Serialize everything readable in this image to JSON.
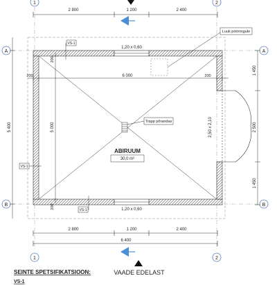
{
  "dimensions": {
    "top_segments": [
      "2 800",
      "1 200",
      "2 400"
    ],
    "bottom_segments": [
      "2 800",
      "1 200",
      "2 400"
    ],
    "bottom_total": "6 400",
    "left_total": "5 400",
    "inner_left": "5 000",
    "inner_width": "6 000",
    "right_segments": [
      "1 450",
      "2 500",
      "1 450"
    ],
    "wall_tl": "200",
    "wall_tr": "200",
    "wall_top_left_v": "200",
    "wall_bottom_left_v": "200"
  },
  "grid": {
    "col1": "1",
    "col2": "2",
    "rowA": "A",
    "rowB": "B"
  },
  "windows": {
    "top": "1,20 x 0,60",
    "bottom": "1,20 x 0,60",
    "door": "2,50 x 2,10"
  },
  "tags": {
    "vs_top": "VS-1",
    "vs_left": "VS-1",
    "vs_bottom": "VS-1"
  },
  "callouts": {
    "hatch": "Luuk pööningule",
    "stairs": "Trapp põrandas"
  },
  "room": {
    "name": "ABIRUUM",
    "area": "30,0 m²"
  },
  "footer": {
    "view_title": "VAADE EDELAST",
    "spec_heading": "SEINTE SPETSIFIKATSIOON:",
    "spec_item": "VS-1"
  }
}
